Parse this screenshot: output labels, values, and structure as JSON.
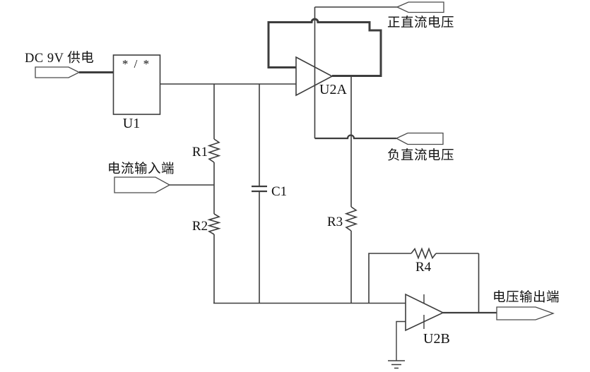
{
  "diagram_type": "analog-circuit-schematic",
  "colors": {
    "background": "#ffffff",
    "wire": "#3d3d3d",
    "text": "#111111"
  },
  "ports": {
    "dc_supply": {
      "label": "DC 9V 供电"
    },
    "current_input": {
      "label": "电流输入端"
    },
    "positive_dc_voltage": {
      "label": "正直流电压"
    },
    "negative_dc_voltage": {
      "label": "负直流电压"
    },
    "voltage_output": {
      "label": "电压输出端"
    }
  },
  "components": {
    "u1": {
      "ref": "U1",
      "marking": "* / *",
      "type": "converter-module"
    },
    "u2a": {
      "ref": "U2A",
      "type": "op-amp"
    },
    "u2b": {
      "ref": "U2B",
      "type": "op-amp"
    },
    "r1": {
      "ref": "R1",
      "type": "resistor"
    },
    "r2": {
      "ref": "R2",
      "type": "resistor"
    },
    "r3": {
      "ref": "R3",
      "type": "resistor"
    },
    "r4": {
      "ref": "R4",
      "type": "resistor"
    },
    "c1": {
      "ref": "C1",
      "type": "capacitor"
    }
  }
}
